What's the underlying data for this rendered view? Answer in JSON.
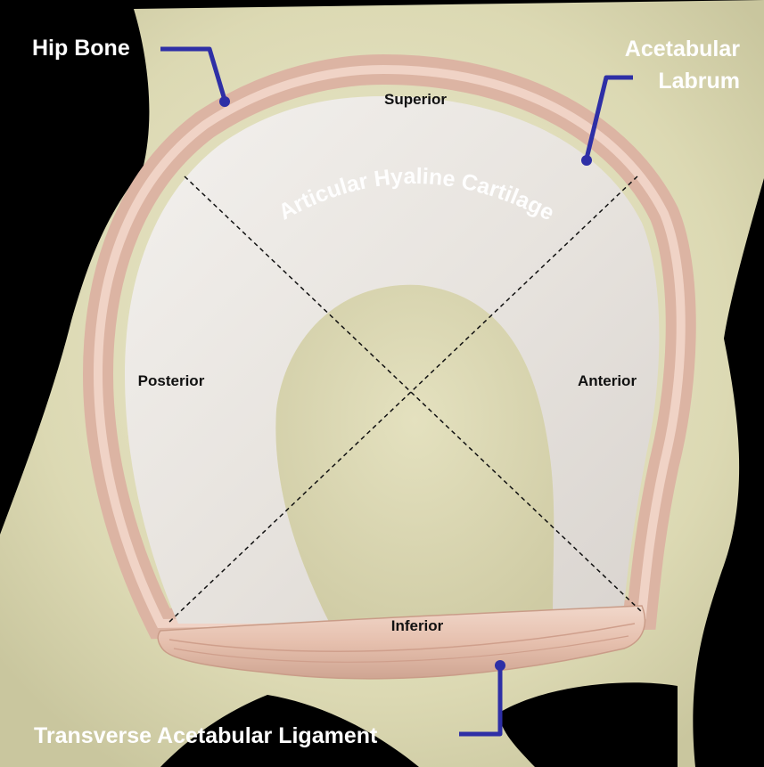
{
  "labels": {
    "hip_bone": "Hip Bone",
    "acetabular_labrum_line1": "Acetabular",
    "acetabular_labrum_line2": "Labrum",
    "articular_cartilage": "Articular Hyaline Cartilage",
    "superior": "Superior",
    "posterior": "Posterior",
    "anterior": "Anterior",
    "inferior": "Inferior",
    "transverse_ligament": "Transverse Acetabular Ligament"
  },
  "colors": {
    "background": "#000000",
    "bone": "#e6e3bd",
    "cartilage": "#ece8e3",
    "labrum": "#e7c2b3",
    "leader_line": "#2e2fa6"
  }
}
